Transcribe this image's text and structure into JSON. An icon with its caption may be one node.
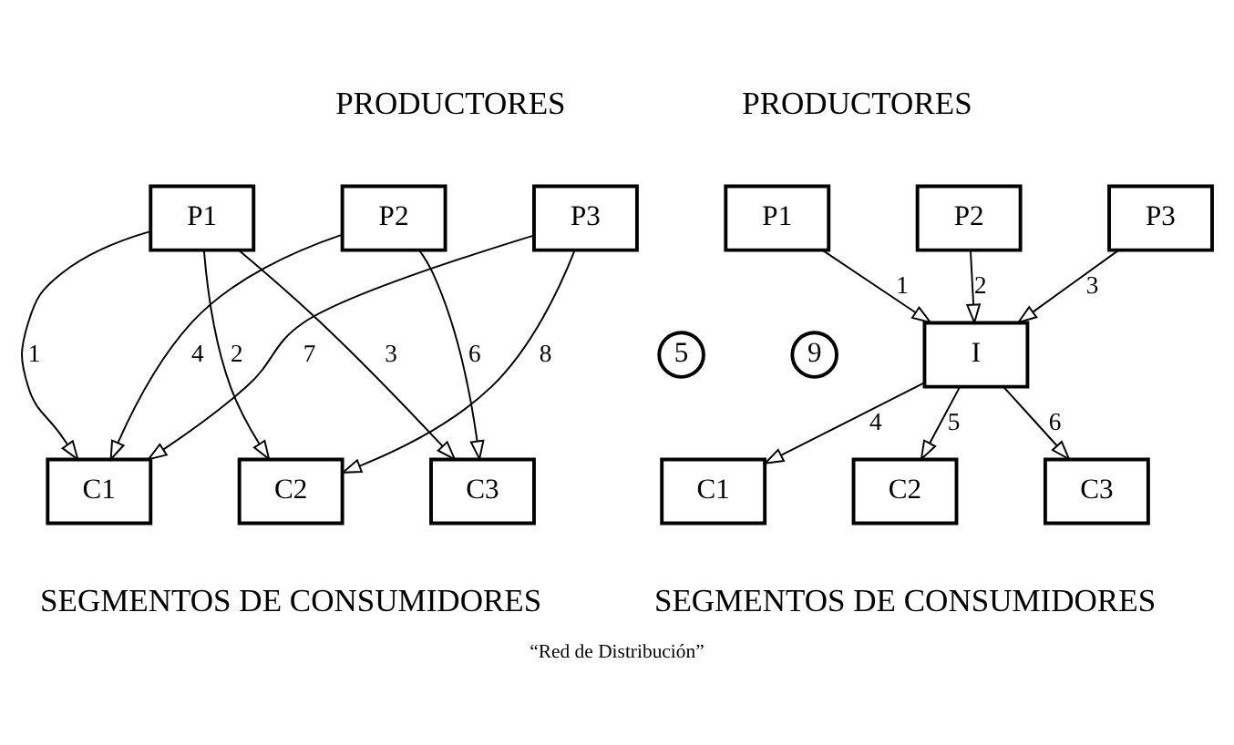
{
  "diagram": {
    "caption": "“Red de Distribución”",
    "nodes": [
      {
        "text": [
          "P1"
        ]
      },
      {
        "text": [
          "P2"
        ]
      },
      {
        "text": [
          "P3"
        ]
      },
      {
        "text": [
          "5"
        ]
      },
      {
        "text": [
          "9"
        ]
      },
      {
        "text": [
          "C1"
        ]
      },
      {
        "text": [
          "C2"
        ]
      },
      {
        "text": [
          "C3"
        ]
      },
      {
        "text": [
          "P1"
        ]
      },
      {
        "text": [
          "P2"
        ]
      },
      {
        "text": [
          "P3"
        ]
      },
      {
        "text": [
          "I"
        ]
      },
      {
        "text": [
          "C1"
        ]
      },
      {
        "text": [
          "C2"
        ]
      },
      {
        "text": [
          "C3"
        ]
      }
    ],
    "edges": [
      {
        "from": 0,
        "to": 5,
        "arrow": "to",
        "label": "1"
      },
      {
        "from": 0,
        "to": 6,
        "arrow": "to",
        "label": "2"
      },
      {
        "from": 0,
        "to": 7,
        "arrow": "to",
        "label": "3"
      },
      {
        "from": 1,
        "to": 5,
        "arrow": "to",
        "label": "4"
      },
      {
        "from": 1,
        "to": 7,
        "arrow": "to",
        "label": "6"
      },
      {
        "from": 2,
        "to": 5,
        "arrow": "to",
        "label": "7"
      },
      {
        "from": 2,
        "to": 6,
        "arrow": "to",
        "label": "8"
      },
      {
        "from": 8,
        "to": 11,
        "arrow": "to",
        "label": "1"
      },
      {
        "from": 9,
        "to": 11,
        "arrow": "to",
        "label": "2"
      },
      {
        "from": 10,
        "to": 11,
        "arrow": "to",
        "label": "3"
      },
      {
        "from": 11,
        "to": 12,
        "arrow": "to",
        "label": "4"
      },
      {
        "from": 11,
        "to": 13,
        "arrow": "to",
        "label": "5"
      },
      {
        "from": 11,
        "to": 14,
        "arrow": "to",
        "label": "6"
      }
    ],
    "labels": [
      "PRODUCTORES",
      "PRODUCTORES",
      "SEGMENTOS DE CONSUMIDORES",
      "SEGMENTOS DE CONSUMIDORES"
    ]
  }
}
